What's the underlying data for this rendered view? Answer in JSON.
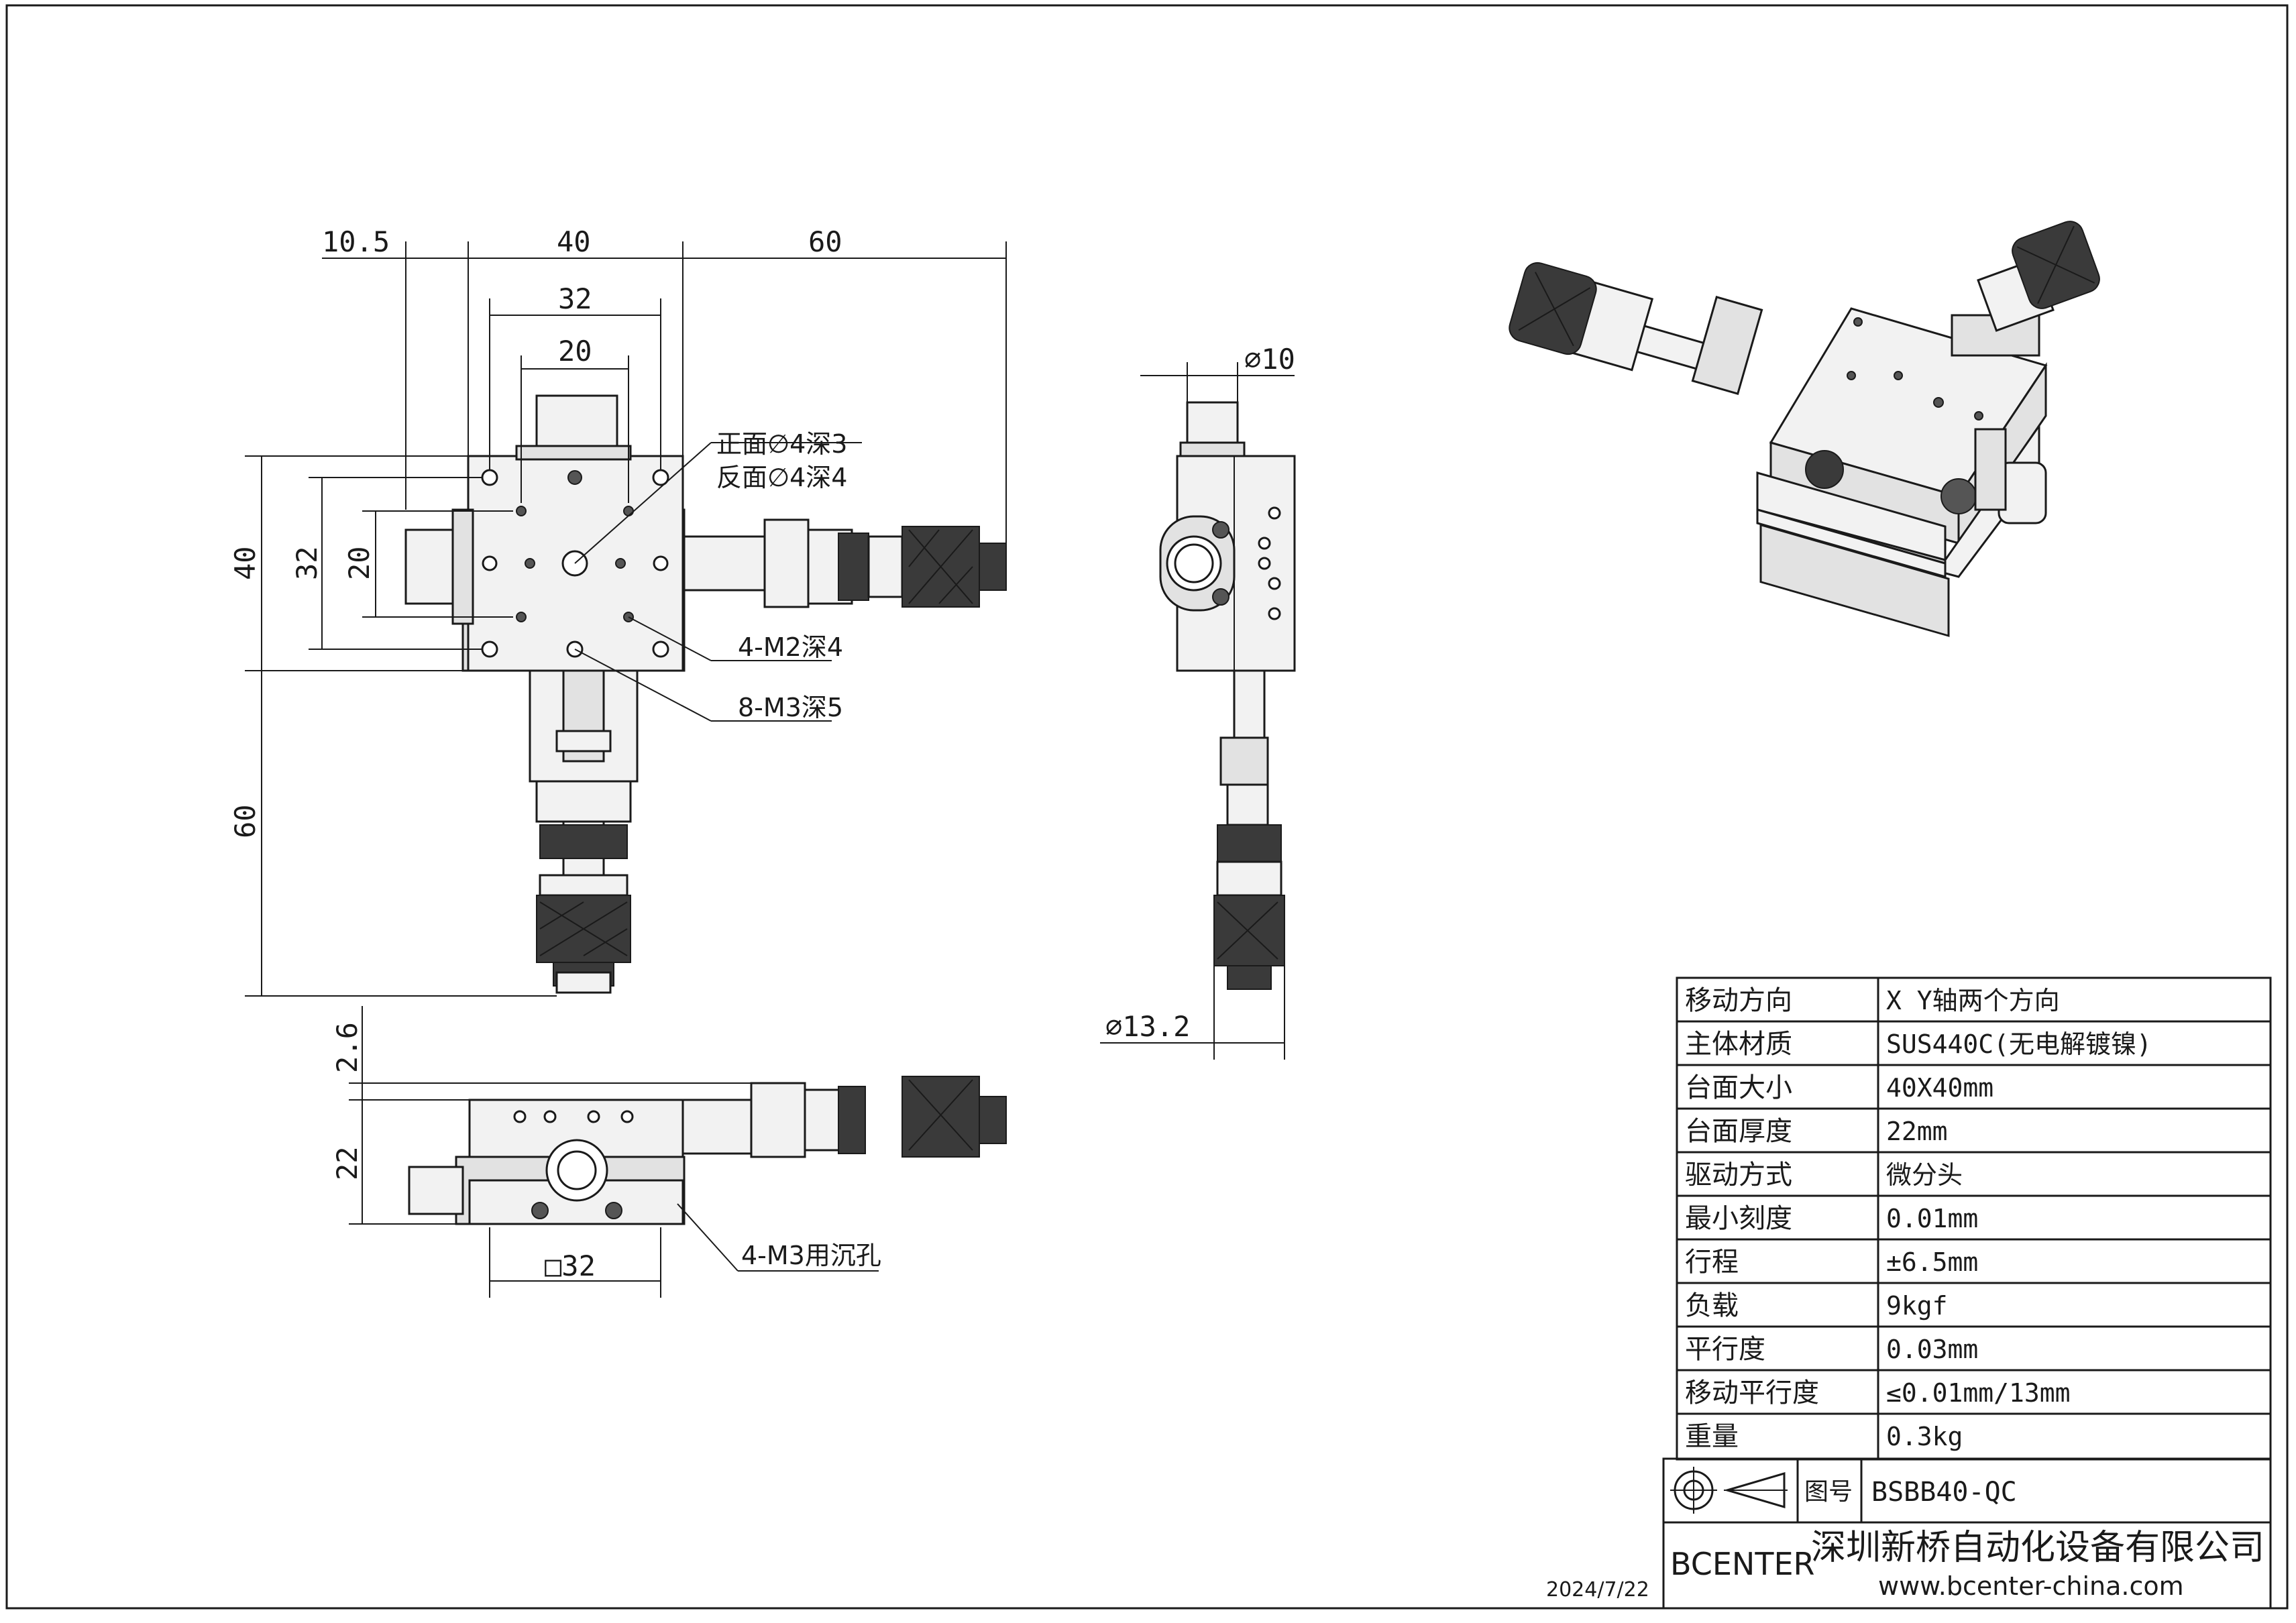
{
  "dimensions": {
    "top_view": {
      "offset_left": "10.5",
      "width_40": "40",
      "micrometer_60": "60",
      "hole_span_32": "32",
      "hole_span_20": "20",
      "height_40": "40",
      "height_32": "32",
      "height_20": "20",
      "micrometer_y_60": "60"
    },
    "side_view": {
      "diameter_10": "∅10",
      "diameter_13_2": "∅13.2"
    },
    "front_view": {
      "height_2_6": "2.6",
      "height_22": "22",
      "square_32": "□32"
    }
  },
  "callouts": {
    "front_hole": "正面∅4深3",
    "back_hole": "反面∅4深4",
    "m2_holes": "4-M2深4",
    "m3_holes": "8-M3深5",
    "counterbore": "4-M3用沉孔"
  },
  "spec_table": {
    "rows": [
      {
        "label": "移动方向",
        "value": "X Y轴两个方向"
      },
      {
        "label": "主体材质",
        "value": "SUS440C(无电解镀镍)"
      },
      {
        "label": "台面大小",
        "value": "40X40mm"
      },
      {
        "label": "台面厚度",
        "value": "22mm"
      },
      {
        "label": "驱动方式",
        "value": "微分头"
      },
      {
        "label": "最小刻度",
        "value": "0.01mm"
      },
      {
        "label": "行程",
        "value": "±6.5mm"
      },
      {
        "label": "负载",
        "value": "9kgf"
      },
      {
        "label": "平行度",
        "value": "0.03mm"
      },
      {
        "label": "移动平行度",
        "value": "≤0.01mm/13mm"
      },
      {
        "label": "重量",
        "value": "0.3kg"
      }
    ]
  },
  "title_block": {
    "drawing_no_label": "图号",
    "drawing_no": "BSBB40-QC",
    "brand": "BCENTER",
    "company": "深圳新桥自动化设备有限公司",
    "website": "www.bcenter-china.com",
    "date": "2024/7/22"
  }
}
